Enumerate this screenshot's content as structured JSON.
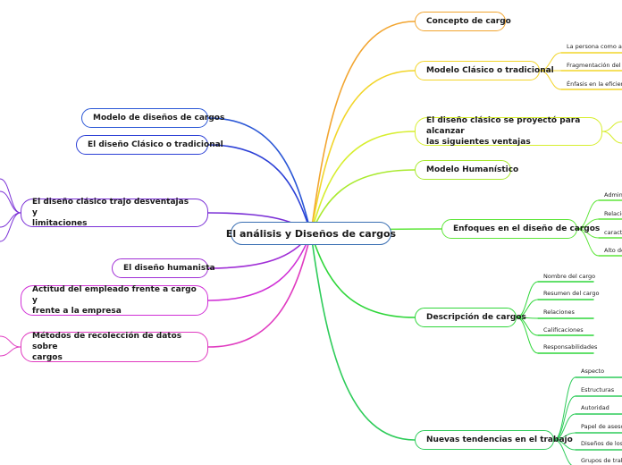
{
  "root": {
    "title": "El análisis y Diseños de cargos"
  },
  "colors": {
    "concepto": "#f2a530",
    "clasico": "#f2d52a",
    "ventajas": "#d7ee2e",
    "humanistico": "#a9ea2e",
    "enfoques": "#5ee63a",
    "descripcion": "#2fd63a",
    "tendencias": "#2ecc5a",
    "modelo_izq": "#2b57d6",
    "clasico_izq": "#2b3fd6",
    "desventajas": "#7a2fd6",
    "humanista": "#a02fd6",
    "actitud": "#d02fd6",
    "metodos": "#e03bc0",
    "root_border": "#3a6fb3"
  },
  "right": {
    "concepto": "Concepto de cargo",
    "clasico": {
      "label": "Modelo Clásico o tradicional",
      "children": [
        "La persona como apéndice",
        "Fragmentación del trabajo",
        "Énfasis en la eficiencia"
      ]
    },
    "ventajas": {
      "line1": "El diseño clásico se proyectó para alcanzar",
      "line2": "las siguientes ventajas"
    },
    "humanistico": "Modelo Humanístico",
    "enfoques": {
      "label": "Enfoques en el diseño de cargos",
      "children": [
        "Admini",
        "Relacio",
        "caracte",
        "Alto de"
      ]
    },
    "descripcion": {
      "label": "Descripción de cargos",
      "children": [
        "Nombre del cargo",
        "Resumen del cargo",
        "Relaciones",
        "Calificaciones",
        "Responsabilidades"
      ]
    },
    "tendencias": {
      "label": "Nuevas tendencias en el trabajo",
      "children": [
        "Aspecto",
        "Estructuras",
        "Autoridad",
        "Papel de asesor",
        "Diseños de los c",
        "Grupos de trabaj"
      ]
    }
  },
  "left": {
    "modelo": "Modelo de diseños de cargos",
    "clasico": "El diseño Clásico o tradicional",
    "desventajas": {
      "line1": "El diseño clásico trajo desventajas y",
      "line2": "limitaciones"
    },
    "humanista": "El diseño humanista",
    "actitud": {
      "line1": "Actitud del empleado frente a cargo y",
      "line2": "frente a la empresa"
    },
    "metodos": {
      "line1": "Métodos de recolección de datos sobre",
      "line2": "cargos"
    }
  }
}
